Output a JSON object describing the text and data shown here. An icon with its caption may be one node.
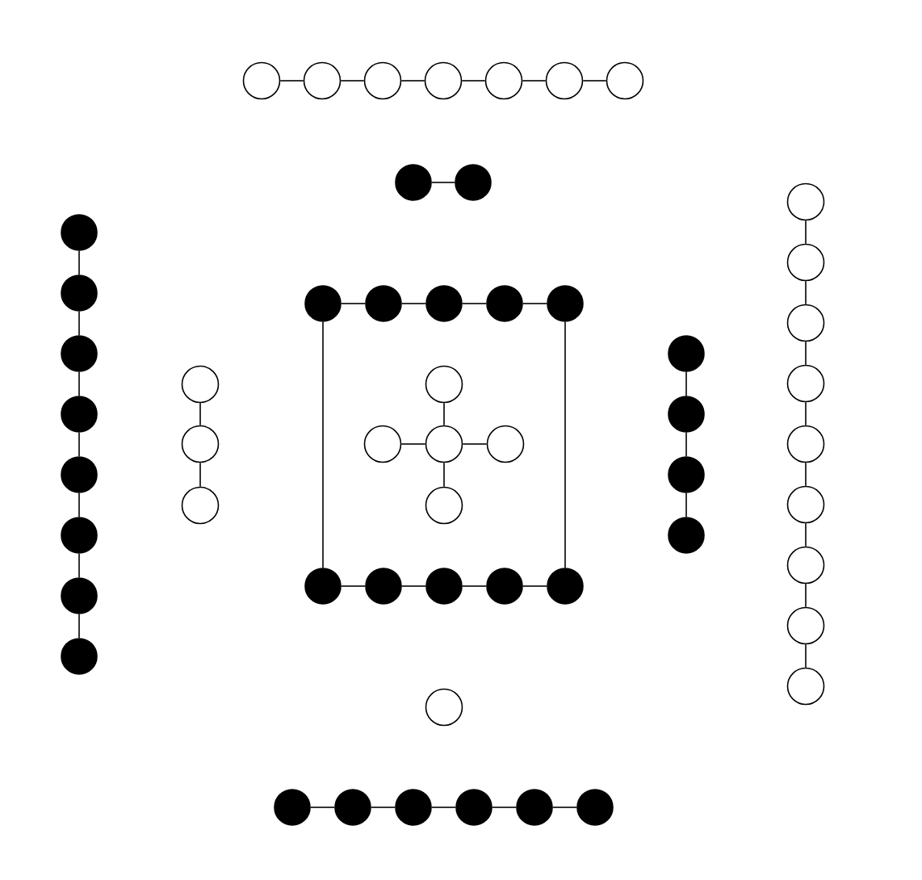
{
  "diagram": {
    "nodes": [
      {
        "text": [],
        "shape": "circle"
      },
      {
        "text": [],
        "shape": "circle"
      },
      {
        "text": [],
        "shape": "circle"
      },
      {
        "text": [],
        "shape": "circle"
      },
      {
        "text": [],
        "shape": "circle"
      },
      {
        "text": [],
        "shape": "circle"
      },
      {
        "text": [],
        "shape": "circle"
      },
      {
        "text": [],
        "shape": "dot"
      },
      {
        "text": [],
        "shape": "dot"
      },
      {
        "text": [],
        "shape": "dot"
      },
      {
        "text": [],
        "shape": "dot"
      },
      {
        "text": [],
        "shape": "dot"
      },
      {
        "text": [],
        "shape": "dot"
      },
      {
        "text": [],
        "shape": "dot"
      },
      {
        "text": [],
        "shape": "dot"
      },
      {
        "text": [],
        "shape": "dot"
      },
      {
        "text": [],
        "shape": "dot"
      },
      {
        "text": [],
        "shape": "circle"
      },
      {
        "text": [],
        "shape": "circle"
      },
      {
        "text": [],
        "shape": "circle"
      },
      {
        "text": [],
        "shape": "circle"
      },
      {
        "text": [],
        "shape": "circle"
      },
      {
        "text": [],
        "shape": "circle"
      },
      {
        "text": [],
        "shape": "circle"
      },
      {
        "text": [],
        "shape": "circle"
      },
      {
        "text": [],
        "shape": "circle"
      },
      {
        "text": [],
        "shape": "dot"
      },
      {
        "text": [],
        "shape": "dot"
      },
      {
        "text": [],
        "shape": "dot"
      },
      {
        "text": [],
        "shape": "dot"
      },
      {
        "text": [],
        "shape": "dot"
      },
      {
        "text": [],
        "shape": "circle"
      },
      {
        "text": [],
        "shape": "circle"
      },
      {
        "text": [],
        "shape": "circle"
      },
      {
        "text": [],
        "shape": "circle"
      },
      {
        "text": [],
        "shape": "circle"
      },
      {
        "text": [],
        "shape": "circle"
      },
      {
        "text": [],
        "shape": "circle"
      },
      {
        "text": [],
        "shape": "circle"
      },
      {
        "text": [],
        "shape": "dot"
      },
      {
        "text": [],
        "shape": "dot"
      },
      {
        "text": [],
        "shape": "dot"
      },
      {
        "text": [],
        "shape": "dot"
      },
      {
        "text": [],
        "shape": "dot"
      },
      {
        "text": [],
        "shape": "dot"
      },
      {
        "text": [],
        "shape": "dot"
      },
      {
        "text": [],
        "shape": "dot"
      },
      {
        "text": [],
        "shape": "dot"
      },
      {
        "text": [],
        "shape": "circle"
      },
      {
        "text": [],
        "shape": "dot"
      },
      {
        "text": [],
        "shape": "dot"
      },
      {
        "text": [],
        "shape": "dot"
      },
      {
        "text": [],
        "shape": "dot"
      },
      {
        "text": [],
        "shape": "dot"
      },
      {
        "text": [],
        "shape": "dot"
      }
    ],
    "edges": [
      {
        "from": 0,
        "to": 1,
        "arrow": "none"
      },
      {
        "from": 1,
        "to": 2,
        "arrow": "none"
      },
      {
        "from": 2,
        "to": 3,
        "arrow": "none"
      },
      {
        "from": 3,
        "to": 4,
        "arrow": "none"
      },
      {
        "from": 4,
        "to": 5,
        "arrow": "none"
      },
      {
        "from": 5,
        "to": 6,
        "arrow": "none"
      },
      {
        "from": 7,
        "to": 8,
        "arrow": "none"
      },
      {
        "from": 9,
        "to": 10,
        "arrow": "none"
      },
      {
        "from": 10,
        "to": 11,
        "arrow": "none"
      },
      {
        "from": 11,
        "to": 12,
        "arrow": "none"
      },
      {
        "from": 12,
        "to": 13,
        "arrow": "none"
      },
      {
        "from": 13,
        "to": 14,
        "arrow": "none"
      },
      {
        "from": 14,
        "to": 15,
        "arrow": "none"
      },
      {
        "from": 15,
        "to": 16,
        "arrow": "none"
      },
      {
        "from": 17,
        "to": 18,
        "arrow": "none"
      },
      {
        "from": 18,
        "to": 19,
        "arrow": "none"
      },
      {
        "from": 19,
        "to": 20,
        "arrow": "none"
      },
      {
        "from": 20,
        "to": 21,
        "arrow": "none"
      },
      {
        "from": 21,
        "to": 22,
        "arrow": "none"
      },
      {
        "from": 22,
        "to": 23,
        "arrow": "none"
      },
      {
        "from": 23,
        "to": 24,
        "arrow": "none"
      },
      {
        "from": 24,
        "to": 25,
        "arrow": "none"
      },
      {
        "from": 26,
        "to": 27,
        "arrow": "none"
      },
      {
        "from": 27,
        "to": 28,
        "arrow": "none"
      },
      {
        "from": 28,
        "to": 29,
        "arrow": "none"
      },
      {
        "from": 29,
        "to": 30,
        "arrow": "none"
      },
      {
        "from": 31,
        "to": 32,
        "arrow": "none"
      },
      {
        "from": 32,
        "to": 33,
        "arrow": "none"
      },
      {
        "from": 34,
        "to": 36,
        "arrow": "none"
      },
      {
        "from": 35,
        "to": 36,
        "arrow": "none"
      },
      {
        "from": 36,
        "to": 37,
        "arrow": "none"
      },
      {
        "from": 36,
        "to": 38,
        "arrow": "none"
      },
      {
        "from": 39,
        "to": 40,
        "arrow": "none"
      },
      {
        "from": 40,
        "to": 41,
        "arrow": "none"
      },
      {
        "from": 41,
        "to": 42,
        "arrow": "none"
      },
      {
        "from": 26,
        "to": 43,
        "arrow": "none"
      },
      {
        "from": 30,
        "to": 47,
        "arrow": "none"
      },
      {
        "from": 43,
        "to": 44,
        "arrow": "none"
      },
      {
        "from": 44,
        "to": 45,
        "arrow": "none"
      },
      {
        "from": 45,
        "to": 46,
        "arrow": "none"
      },
      {
        "from": 46,
        "to": 47,
        "arrow": "none"
      },
      {
        "from": 49,
        "to": 50,
        "arrow": "none"
      },
      {
        "from": 50,
        "to": 51,
        "arrow": "none"
      },
      {
        "from": 51,
        "to": 52,
        "arrow": "none"
      },
      {
        "from": 52,
        "to": 53,
        "arrow": "none"
      },
      {
        "from": 53,
        "to": 54,
        "arrow": "none"
      }
    ]
  }
}
